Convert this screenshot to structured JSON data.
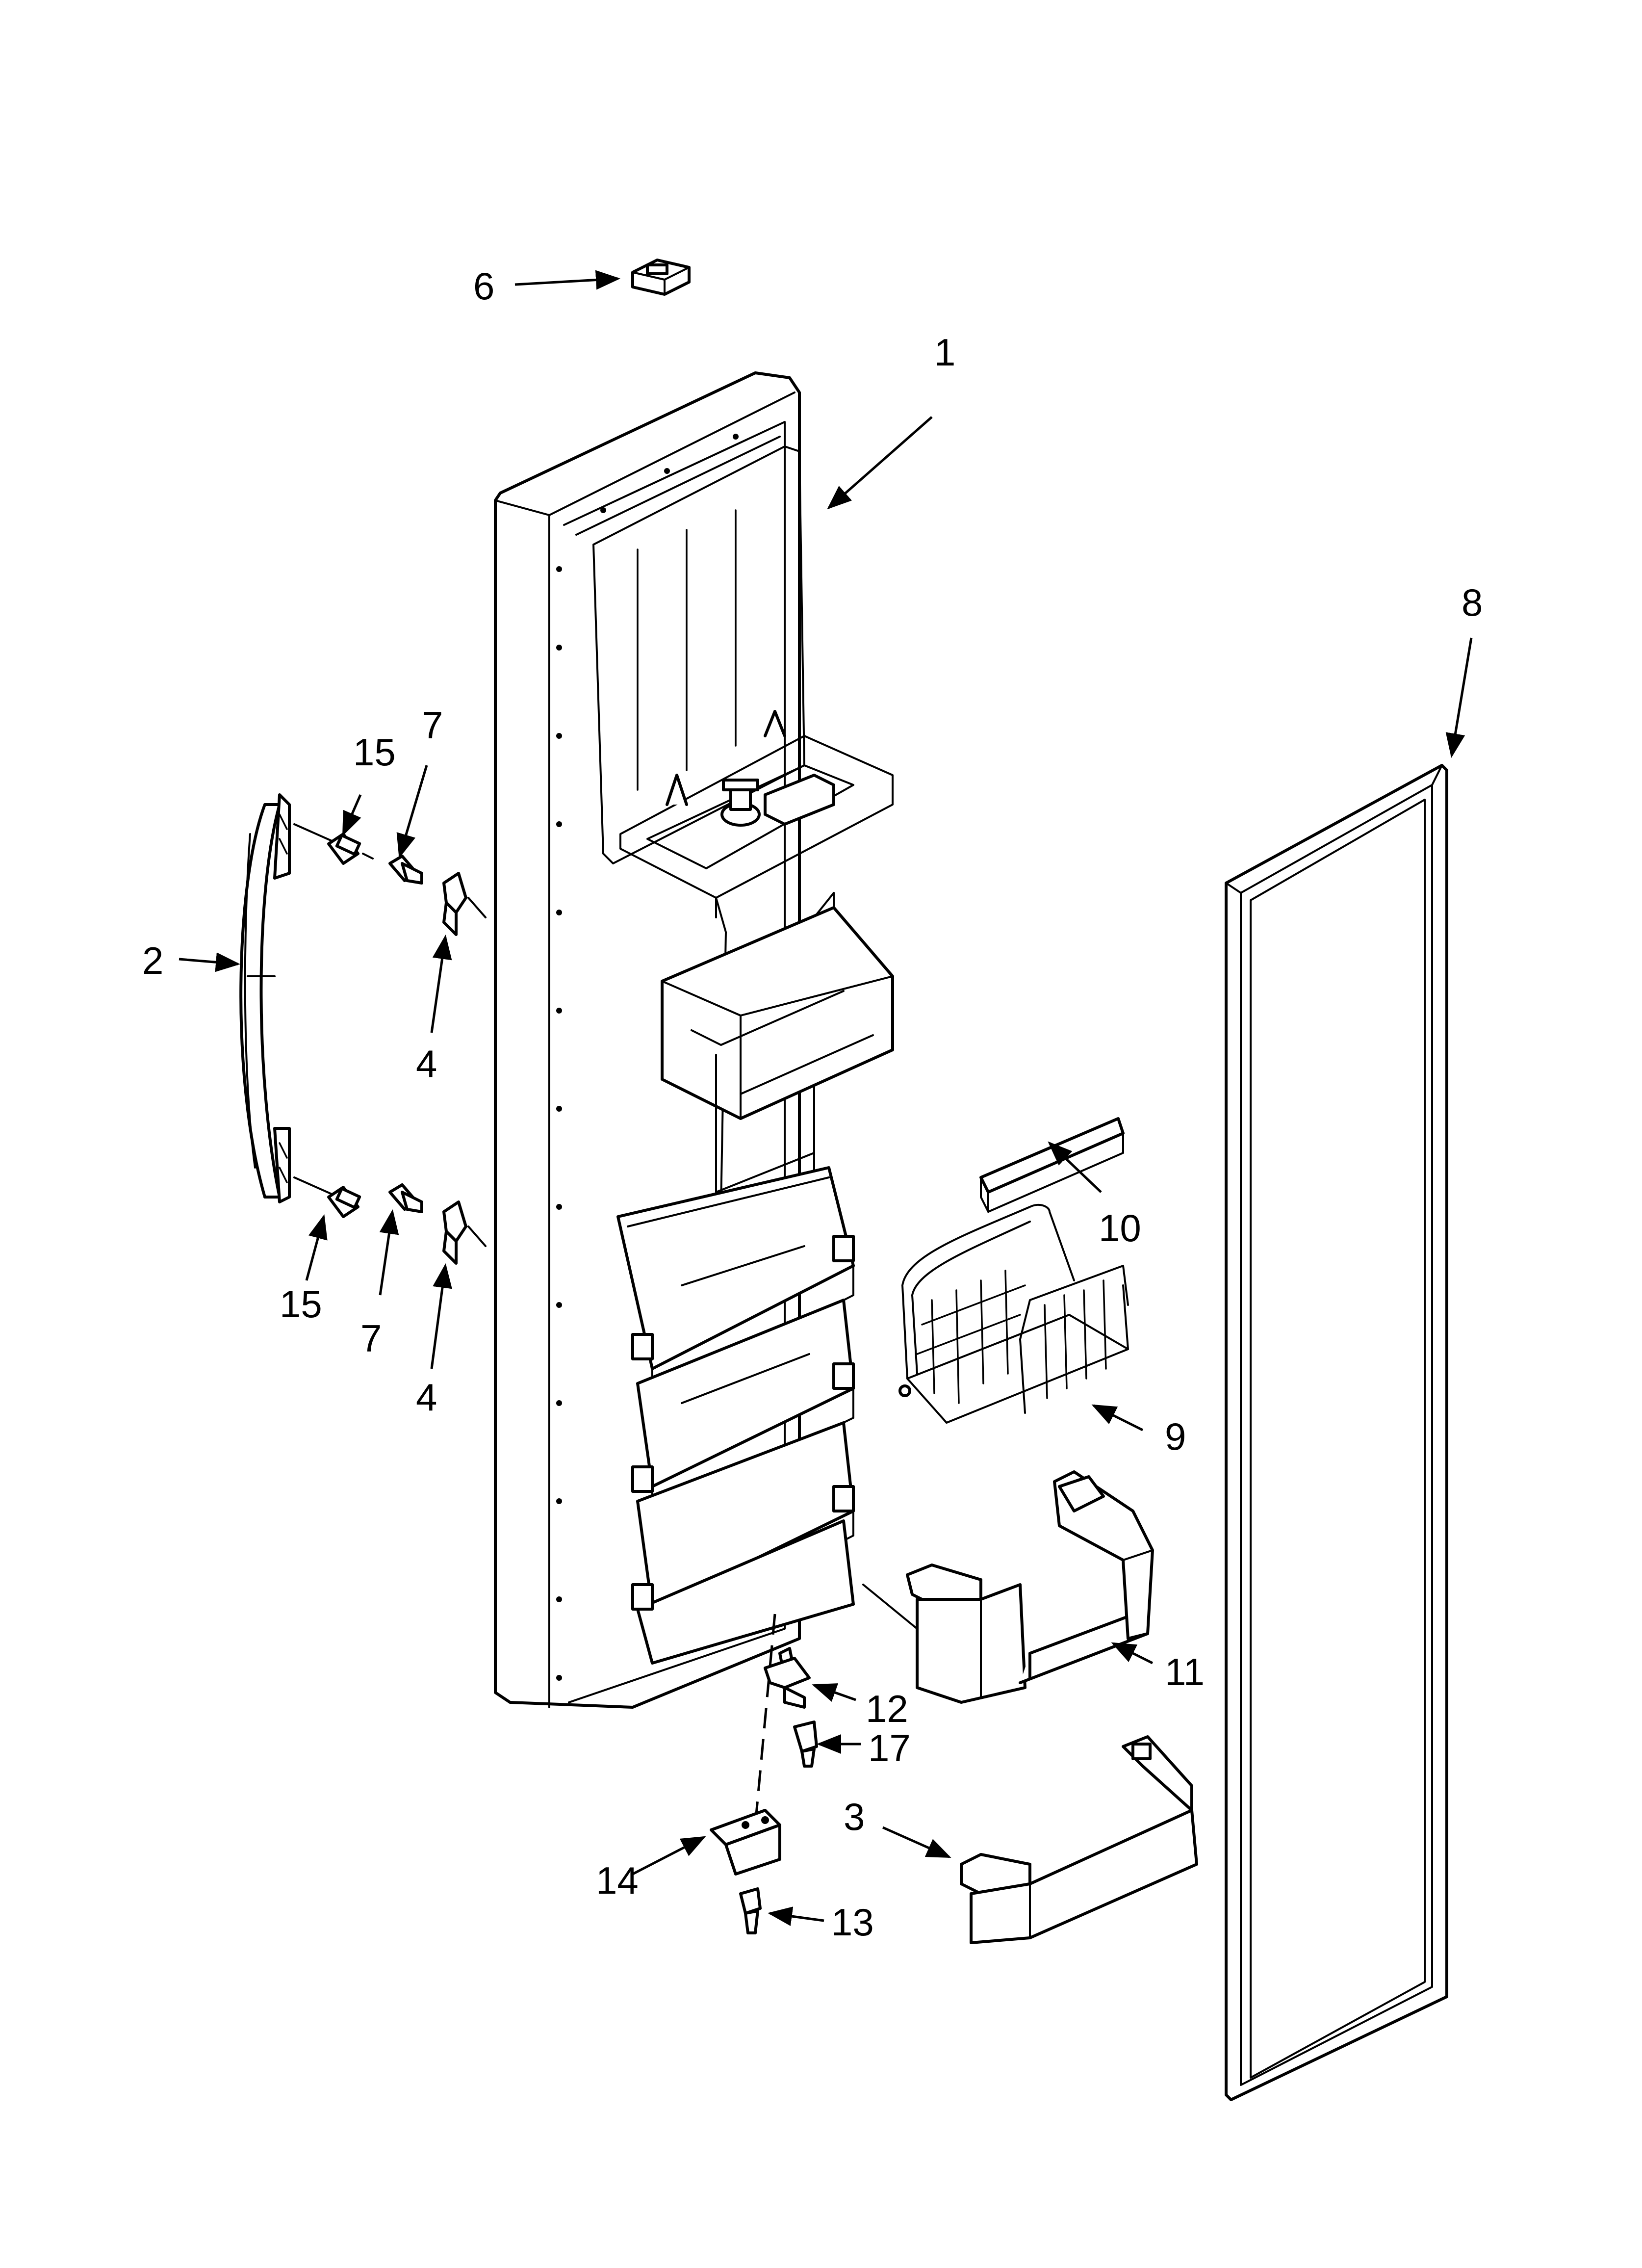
{
  "diagram": {
    "callouts": [
      {
        "id": "c6",
        "label": "6"
      },
      {
        "id": "c1",
        "label": "1"
      },
      {
        "id": "c8",
        "label": "8"
      },
      {
        "id": "c15a",
        "label": "15"
      },
      {
        "id": "c7a",
        "label": "7"
      },
      {
        "id": "c2",
        "label": "2"
      },
      {
        "id": "c4a",
        "label": "4"
      },
      {
        "id": "c15b",
        "label": "15"
      },
      {
        "id": "c7b",
        "label": "7"
      },
      {
        "id": "c4b",
        "label": "4"
      },
      {
        "id": "c10",
        "label": "10"
      },
      {
        "id": "c9",
        "label": "9"
      },
      {
        "id": "c11",
        "label": "11"
      },
      {
        "id": "c12",
        "label": "12"
      },
      {
        "id": "c17",
        "label": "17"
      },
      {
        "id": "c3",
        "label": "3"
      },
      {
        "id": "c14",
        "label": "14"
      },
      {
        "id": "c13",
        "label": "13"
      }
    ]
  },
  "colors": {
    "line": "#000000",
    "background": "#ffffff"
  }
}
